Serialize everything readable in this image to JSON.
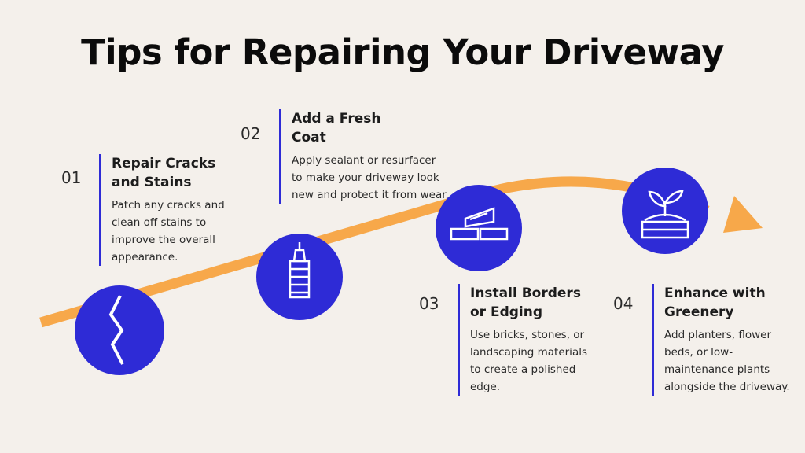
{
  "title": "Tips for Repairing Your Driveway",
  "steps": [
    {
      "number": "01",
      "heading": "Repair Cracks and Stains",
      "text": "Patch any cracks and clean off stains to improve the overall appearance.",
      "icon": "crack-icon"
    },
    {
      "number": "02",
      "heading": "Add a Fresh Coat",
      "text": "Apply sealant or resurfacer to make your driveway look new and protect it from wear.",
      "icon": "sealant-tube-icon"
    },
    {
      "number": "03",
      "heading": "Install Borders or Edging",
      "text": "Use bricks, stones, or landscaping materials to create a polished edge.",
      "icon": "bricks-icon"
    },
    {
      "number": "04",
      "heading": "Enhance with Greenery",
      "text": "Add planters, flower beds, or low-maintenance plants alongside the driveway.",
      "icon": "planter-icon"
    }
  ],
  "colors": {
    "accent": "#2e2bd6",
    "arrow": "#f7a84a",
    "background": "#f4f0eb"
  }
}
